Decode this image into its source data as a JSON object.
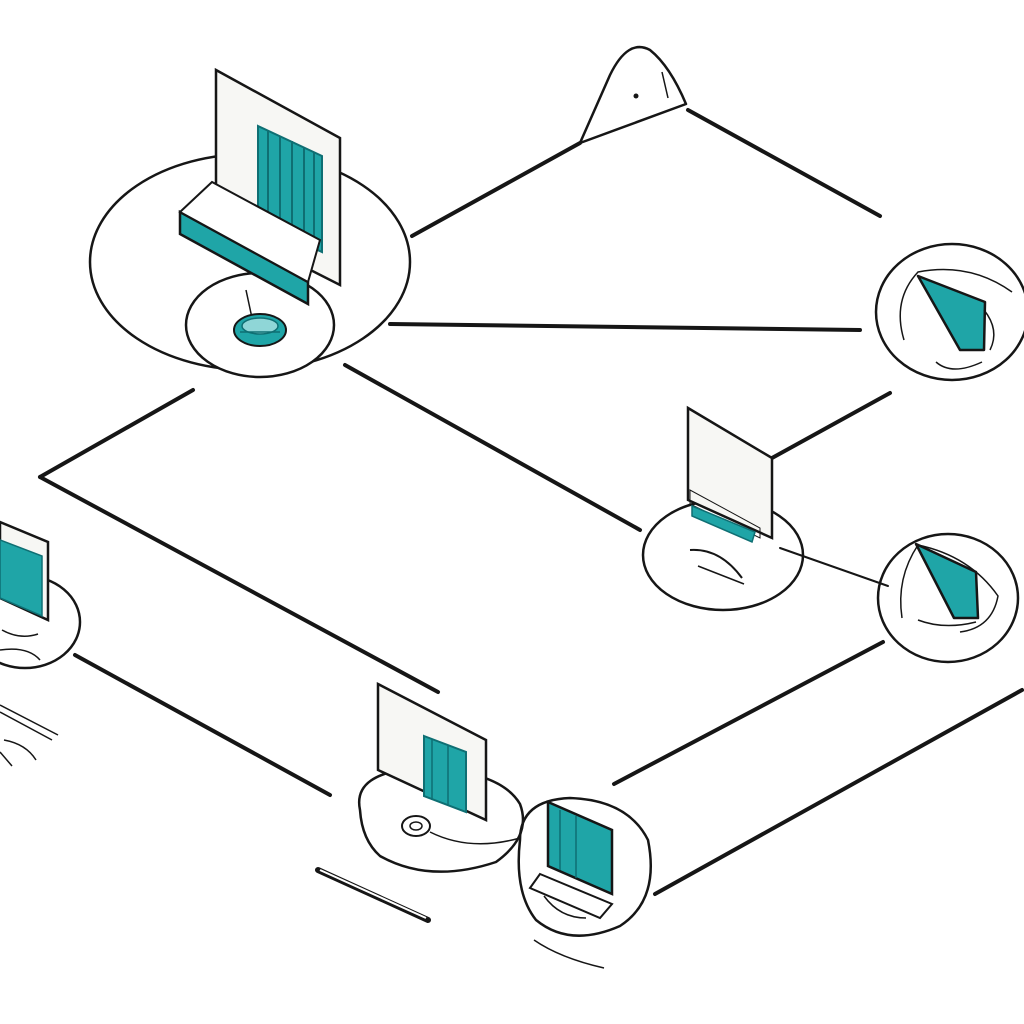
{
  "diagram": {
    "style": "hand-drawn isometric network sketch",
    "colors": {
      "background": "#ffffff",
      "ink": "#161616",
      "accent": "#1fa5a7",
      "accent_dark": "#0f6f73",
      "paper": "#f7f7f4"
    },
    "nodes": [
      {
        "name": "main-workstation",
        "icon": "desktop-computer-icon"
      },
      {
        "name": "top-router",
        "icon": "router-antenna-icon"
      },
      {
        "name": "right-top-device",
        "icon": "network-device-icon"
      },
      {
        "name": "center-workstation",
        "icon": "desktop-computer-icon"
      },
      {
        "name": "right-mid-device",
        "icon": "network-device-icon"
      },
      {
        "name": "left-workstation",
        "icon": "monitor-icon"
      },
      {
        "name": "bottom-workstation",
        "icon": "desktop-computer-icon"
      },
      {
        "name": "bottom-right-device",
        "icon": "laptop-icon"
      }
    ],
    "connection_count": 11
  }
}
